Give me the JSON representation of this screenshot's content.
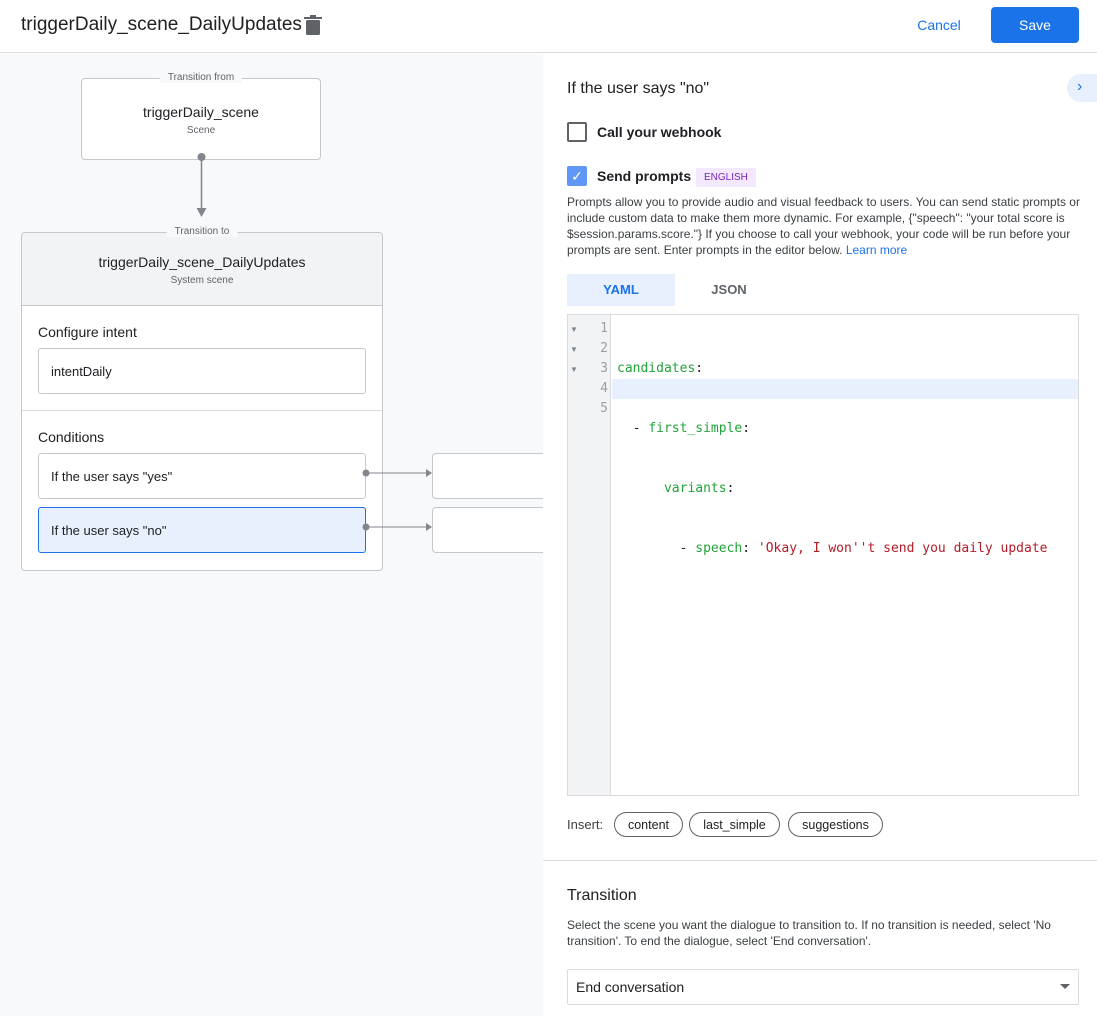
{
  "header": {
    "title": "triggerDaily_scene_DailyUpdates",
    "cancel": "Cancel",
    "save": "Save"
  },
  "canvas": {
    "from": {
      "legend": "Transition from",
      "name": "triggerDaily_scene",
      "type": "Scene"
    },
    "to": {
      "legend": "Transition to",
      "name": "triggerDaily_scene_DailyUpdates",
      "type": "System scene",
      "intent_label": "Configure intent",
      "intent": "intentDaily",
      "conditions_label": "Conditions",
      "conditions": [
        "If the user says \"yes\"",
        "If the user says \"no\""
      ]
    }
  },
  "panel": {
    "title": "If the user says \"no\"",
    "webhook": {
      "label": "Call your webhook",
      "checked": false
    },
    "prompts": {
      "label": "Send prompts",
      "checked": true,
      "badge": "ENGLISH",
      "description": "Prompts allow you to provide audio and visual feedback to users. You can send static prompts or include custom data to make them more dynamic. For example, {\"speech\": \"your total score is $session.params.score.\"} If you choose to call your webhook, your code will be run before your prompts are sent. Enter prompts in the editor below.",
      "learn_more": "Learn more"
    },
    "tabs": [
      "YAML",
      "JSON"
    ],
    "active_tab": "YAML",
    "editor": {
      "line_numbers": [
        "1",
        "2",
        "3",
        "4",
        "5"
      ],
      "lines": [
        {
          "indent": "",
          "key": "candidates",
          "dash": "",
          "value": ""
        },
        {
          "indent": "  ",
          "dash": "- ",
          "key": "first_simple",
          "value": ""
        },
        {
          "indent": "      ",
          "dash": "",
          "key": "variants",
          "value": ""
        },
        {
          "indent": "        ",
          "dash": "- ",
          "key": "speech",
          "value": " 'Okay, I won''t send you daily update"
        },
        {
          "indent": "",
          "dash": "",
          "key": "",
          "value": ""
        }
      ]
    },
    "insert_label": "Insert:",
    "insert_chips": [
      "content",
      "last_simple",
      "suggestions"
    ],
    "transition": {
      "title": "Transition",
      "description": "Select the scene you want the dialogue to transition to. If no transition is needed, select 'No transition'. To end the dialogue, select 'End conversation'.",
      "selected": "End conversation"
    }
  },
  "colors": {
    "accent": "#1a73e8",
    "selected_bg": "#e8f0fe",
    "yaml_key": "#22a33a",
    "yaml_string": "#b31d28",
    "badge_bg": "#f3e8fd",
    "badge_fg": "#7627bb"
  }
}
